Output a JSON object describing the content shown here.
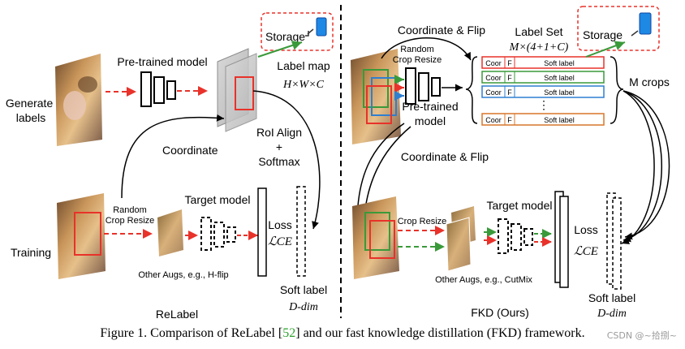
{
  "left": {
    "row_labels": {
      "generate": "Generate\nlabels",
      "training": "Training"
    },
    "pretrained_model": "Pre-trained model",
    "storage": "Storage",
    "label_map_title": "Label map",
    "label_map_dims": "H×W×C",
    "roi_align": "RoI Align",
    "plus": "+",
    "softmax": "Softmax",
    "coordinate": "Coordinate",
    "random_crop": "Random\nCrop Resize",
    "target_model": "Target model",
    "loss": "Loss",
    "loss_symbol": "ℒCE",
    "other_augs": "Other Augs, e.g., H-flip",
    "soft_label": "Soft label",
    "soft_label_dim": "D-dim",
    "caption": "ReLabel"
  },
  "right": {
    "coord_flip_top": "Coordinate & Flip",
    "label_set_title": "Label Set",
    "label_set_dims": "M×(4+1+C)",
    "storage": "Storage",
    "random_crop": "Random\nCrop Resize",
    "pretrained": "Pre-trained\nmodel",
    "table_rows": [
      {
        "coor": "Coor",
        "f": "F",
        "soft": "Soft label",
        "color": "#e8322a"
      },
      {
        "coor": "Coor",
        "f": "F",
        "soft": "Soft label",
        "color": "#3a9a3a"
      },
      {
        "coor": "Coor",
        "f": "F",
        "soft": "Soft label",
        "color": "#2f7fd0"
      },
      {
        "coor": "Coor",
        "f": "F",
        "soft": "Soft label",
        "color": "#d8772a"
      }
    ],
    "table_dots": "⋮",
    "m_crops": "M crops",
    "coord_flip_bottom": "Coordinate & Flip",
    "crop_resize": "Crop Resize",
    "target_model": "Target model",
    "loss": "Loss",
    "loss_symbol": "ℒCE",
    "other_augs": "Other Augs, e.g., CutMix",
    "soft_label": "Soft label",
    "soft_label_dim": "D-dim",
    "caption": "FKD (Ours)"
  },
  "figure_caption": {
    "prefix": "Figure 1. Comparison of ReLabel [",
    "ref": "52",
    "suffix": "] and our fast knowledge distillation (FKD) framework."
  },
  "watermark": "CSDN @~拾捌~",
  "colors": {
    "red": "#e8322a",
    "green": "#3a9a3a",
    "blue": "#2f7fd0",
    "orange": "#d8772a",
    "storage_blue": "#1e88e5"
  }
}
